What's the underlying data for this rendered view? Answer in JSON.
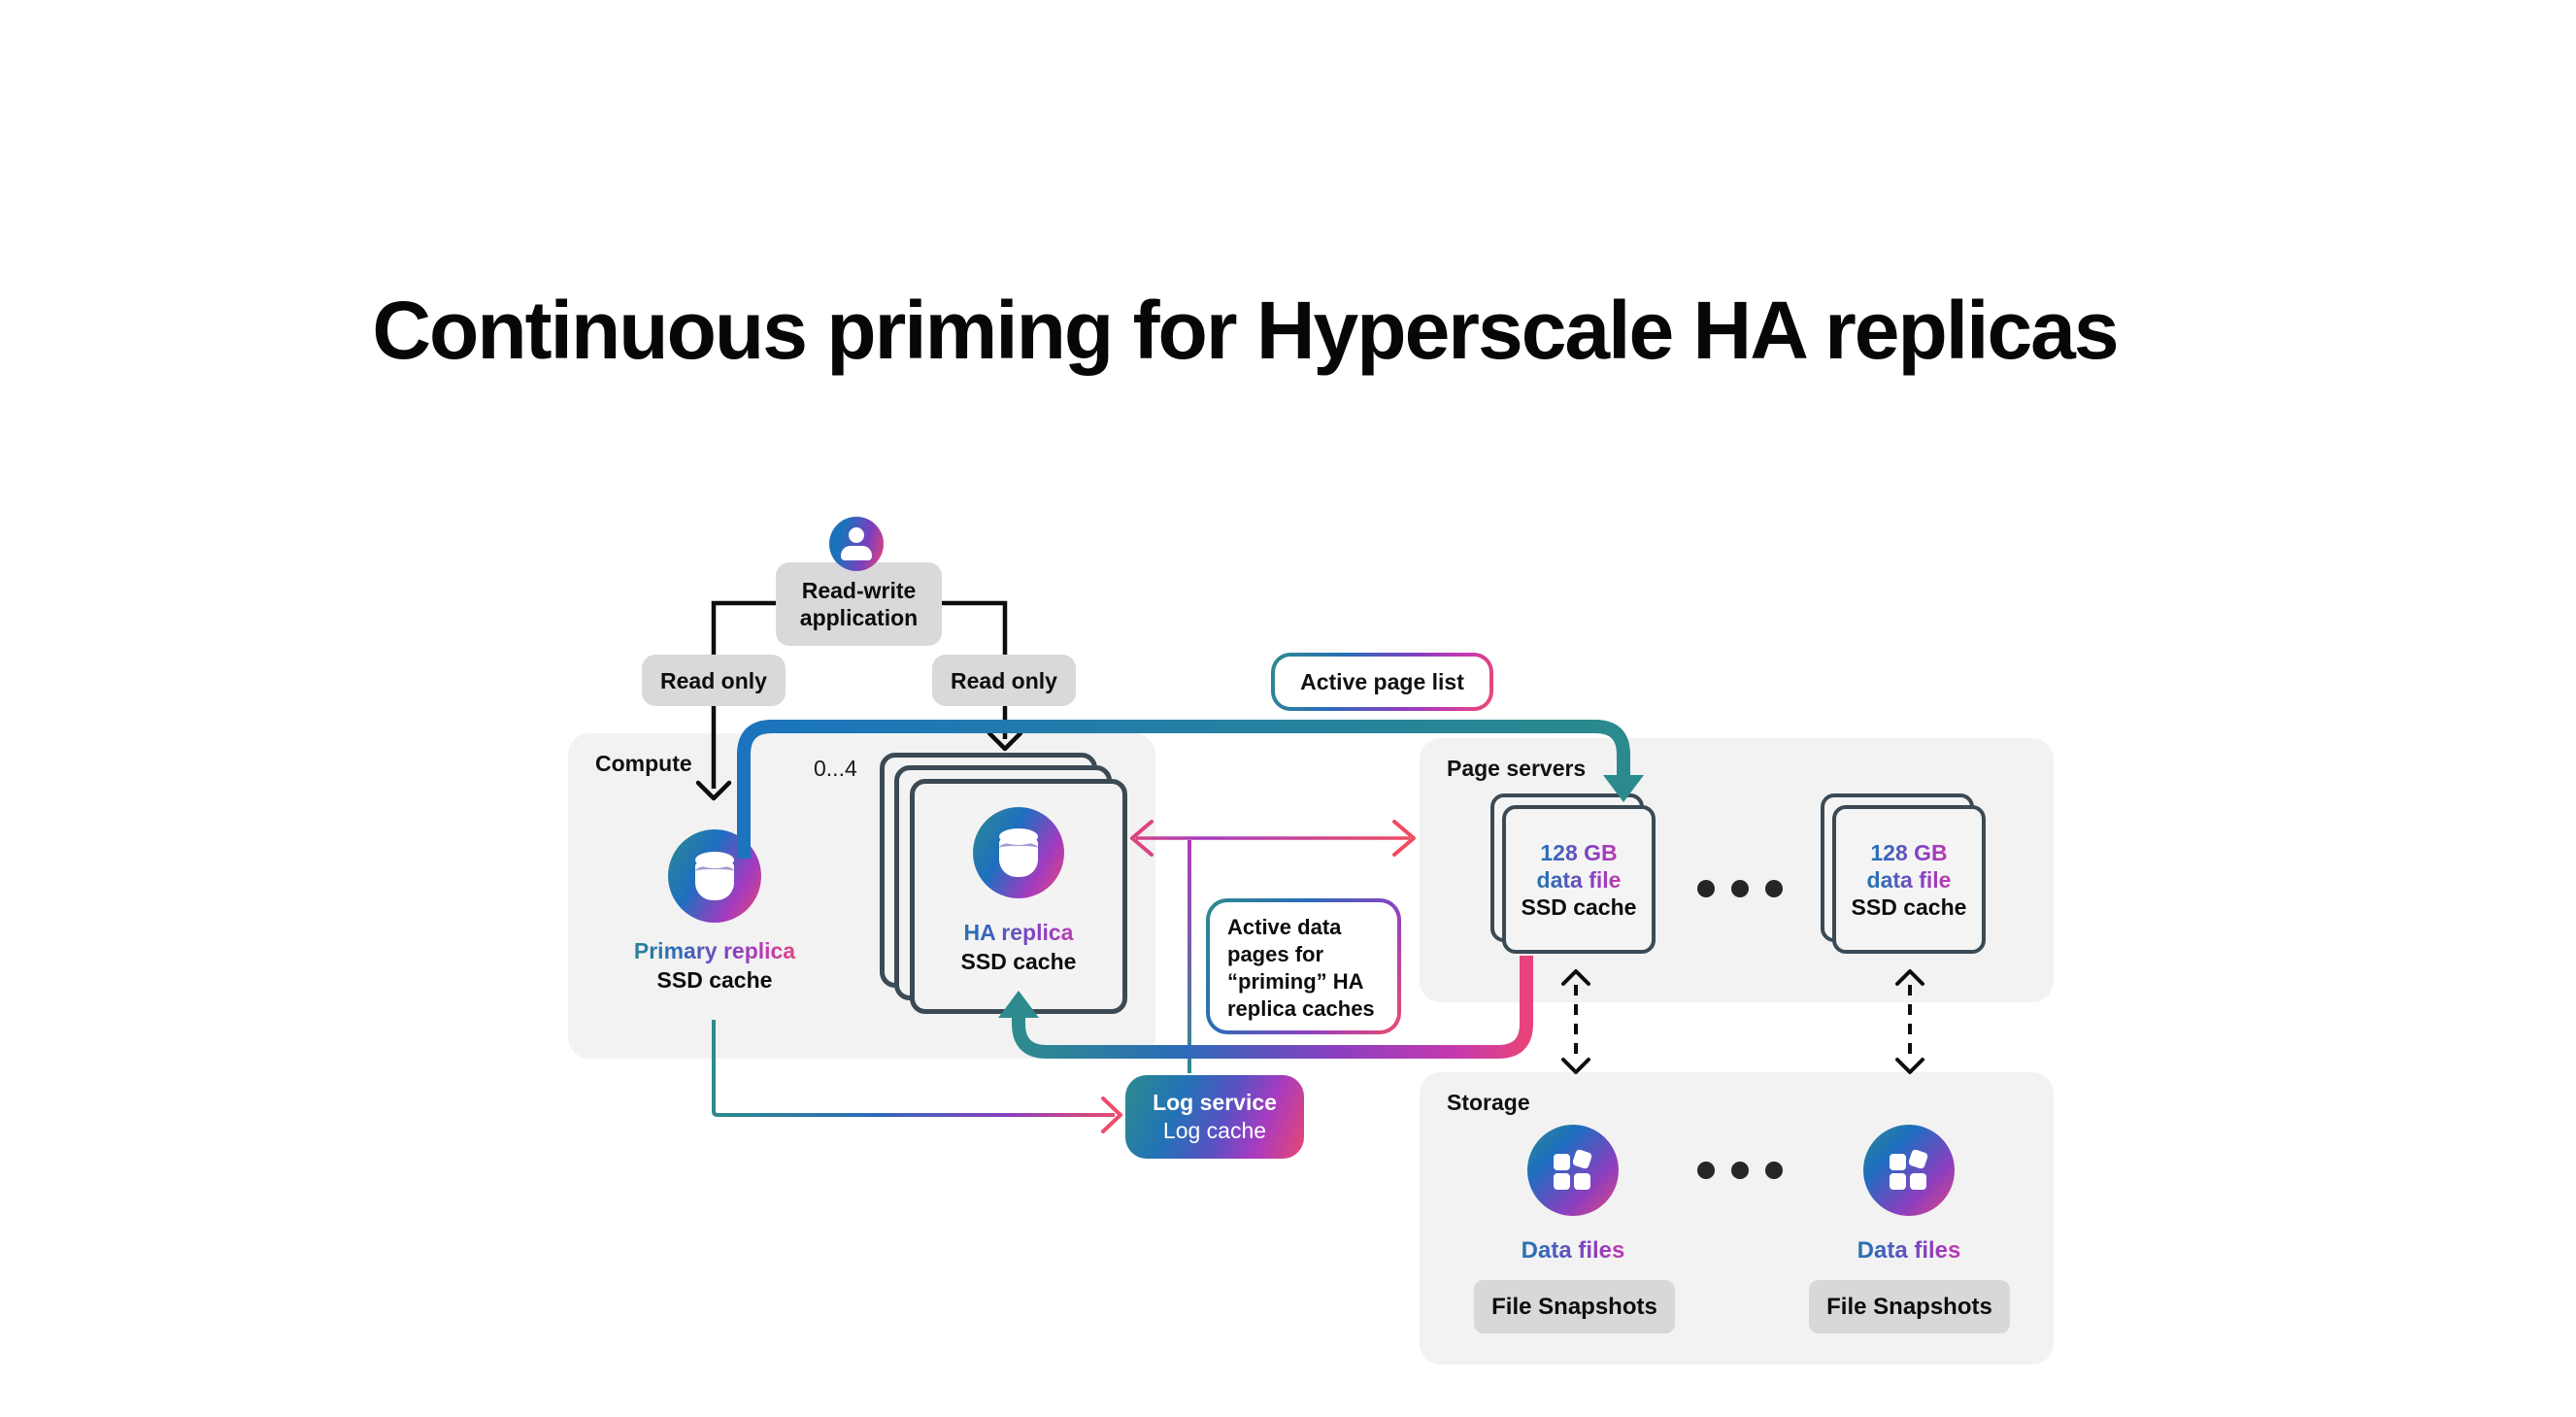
{
  "title": "Continuous priming for Hyperscale HA replicas",
  "app": {
    "label_line1": "Read-write",
    "label_line2": "application"
  },
  "read_only_left": "Read only",
  "read_only_right": "Read only",
  "active_page_list": "Active page list",
  "compute": {
    "label": "Compute",
    "replica_range": "0...4",
    "primary": {
      "name": "Primary replica",
      "cache": "SSD cache"
    },
    "ha": {
      "name": "HA replica",
      "cache": "SSD cache"
    }
  },
  "page_servers": {
    "label": "Page servers",
    "cards": [
      {
        "size": "128 GB",
        "file": "data file",
        "cache": "SSD cache"
      },
      {
        "size": "128 GB",
        "file": "data file",
        "cache": "SSD cache"
      }
    ]
  },
  "active_data_box": {
    "lines": [
      "Active data",
      "pages for",
      "“priming” HA",
      "replica caches"
    ]
  },
  "log_service": {
    "line1": "Log service",
    "line2": "Log cache"
  },
  "storage": {
    "label": "Storage",
    "groups": [
      {
        "data_files": "Data files",
        "file_snapshots": "File Snapshots"
      },
      {
        "data_files": "Data files",
        "file_snapshots": "File Snapshots"
      }
    ]
  },
  "colors": {
    "teal": "#2E8B8D",
    "blue": "#1B74BD",
    "purple": "#8A3FC0",
    "magenta": "#C43AAE",
    "pink": "#EF4B6B",
    "card_border": "#3B4A54",
    "section_bg": "#F2F2F2",
    "chip_bg": "#D9D9D9"
  }
}
